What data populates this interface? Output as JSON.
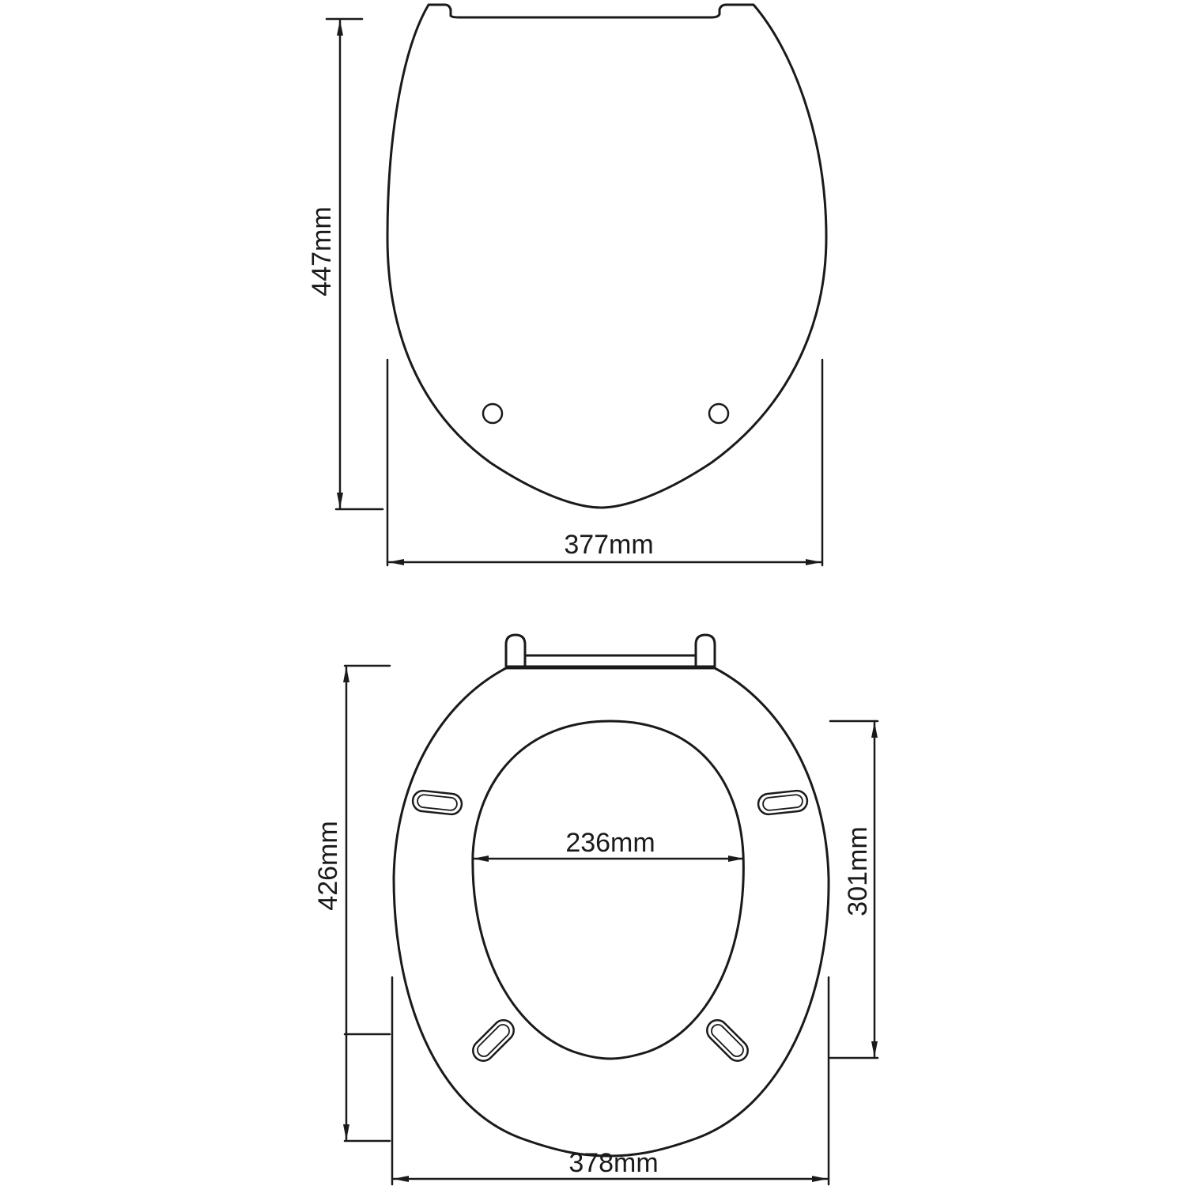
{
  "drawing": {
    "type": "technical-dimension-drawing",
    "subject": "toilet seat",
    "line_color": "#1a1a1a",
    "background": "#ffffff"
  },
  "lid_view": {
    "label": "lid (top view)",
    "dimensions": {
      "height": "447mm",
      "width": "377mm"
    },
    "features": [
      "hinge-notch-left",
      "hinge-notch-right",
      "bumper-hole-left",
      "bumper-hole-right"
    ]
  },
  "seat_view": {
    "label": "seat ring (top view)",
    "dimensions": {
      "overall_length": "426mm",
      "opening_length": "301mm",
      "opening_width": "236mm",
      "overall_width": "378mm"
    },
    "features": [
      "hinge-bar",
      "hinge-post-left",
      "hinge-post-right",
      "bumper-slot-upper-left",
      "bumper-slot-upper-right",
      "bumper-slot-lower-left",
      "bumper-slot-lower-right"
    ]
  }
}
